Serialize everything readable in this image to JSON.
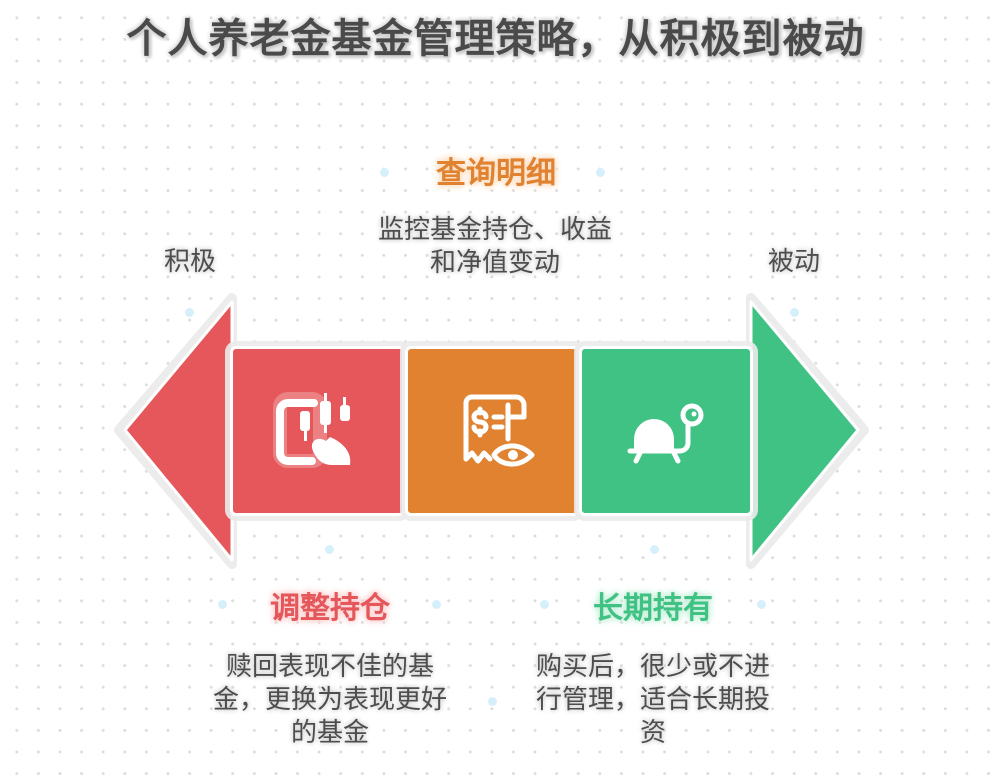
{
  "title": "个人养老金基金管理策略，从积极到被动",
  "scale": {
    "left_label": "积极",
    "right_label": "被动"
  },
  "stages": [
    {
      "id": "adjust",
      "heading": "调整持仓",
      "description_lines": [
        "赎回表现不佳的基",
        "金，更换为表现更好",
        "的基金"
      ],
      "icon": "hand-candlestick-chart-icon",
      "color": "#e5575a"
    },
    {
      "id": "query",
      "heading": "查询明细",
      "description_lines": [
        "监控基金持仓、收益",
        "和净值变动"
      ],
      "icon": "receipt-eye-icon",
      "color": "#e0822f"
    },
    {
      "id": "hold",
      "heading": "长期持有",
      "description_lines": [
        "购买后，很少或不进",
        "行管理，适合长期投",
        "资"
      ],
      "icon": "turtle-icon",
      "color": "#3fc283"
    }
  ],
  "colors": {
    "red": "#e5575a",
    "orange": "#e0822f",
    "green": "#3fc283",
    "text": "#4d4d4d"
  }
}
